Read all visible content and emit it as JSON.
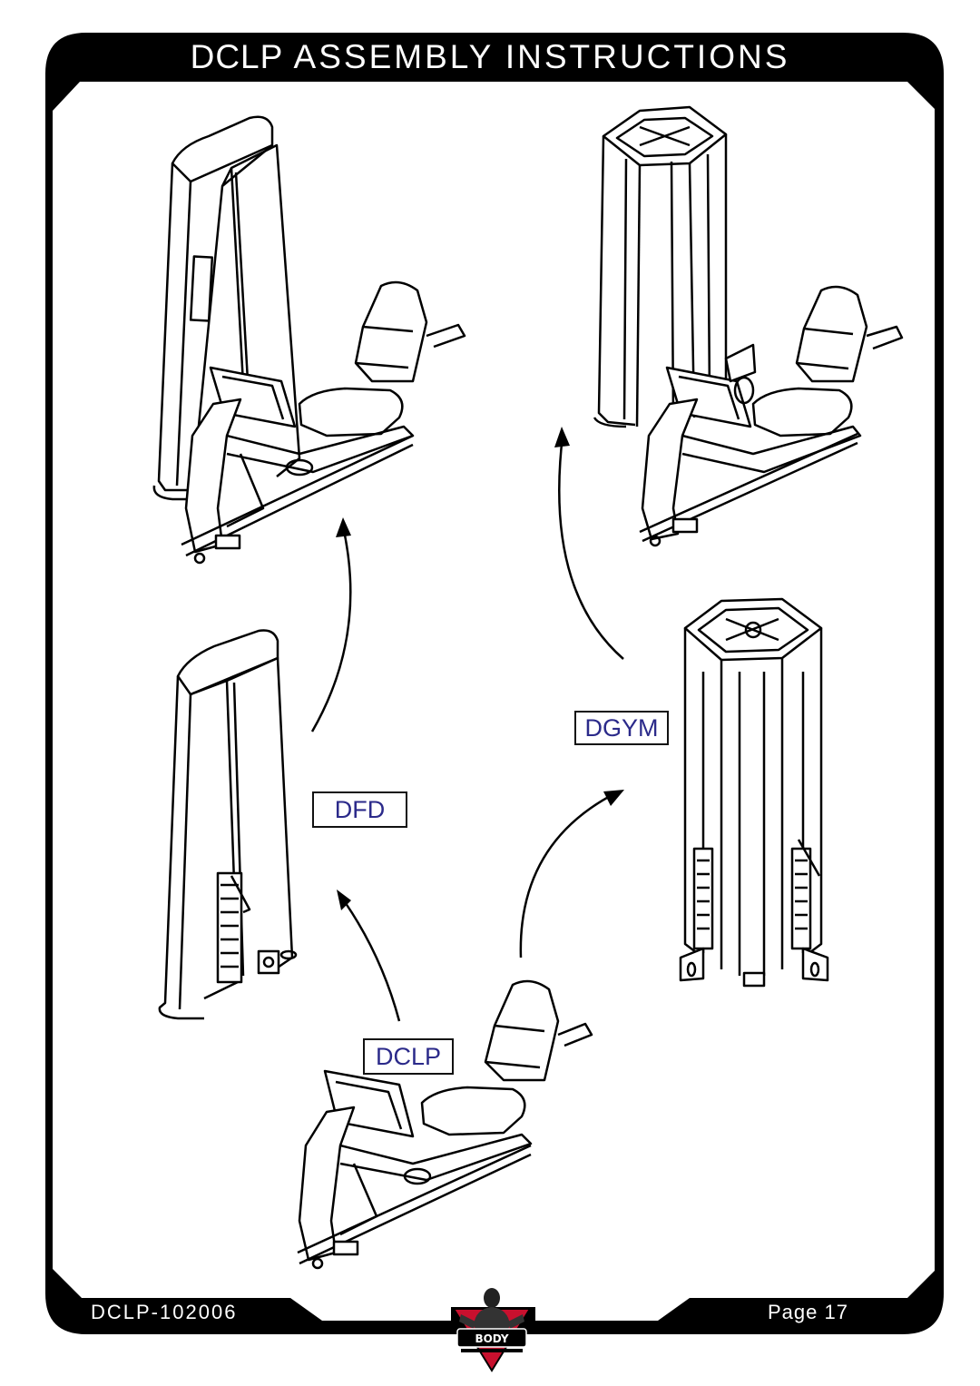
{
  "header": {
    "title_prefix": "DCLP",
    "title_rest": "ASSEMBLY INSTRUCTIONS"
  },
  "labels": {
    "dgym": "DGYM",
    "dfd": "DFD",
    "dclp": "DCLP"
  },
  "footer": {
    "doc_number": "DCLP-102006",
    "page_label": "Page 17"
  },
  "colors": {
    "frame": "#000000",
    "label_text": "#2b2a8a",
    "logo_red": "#c8102e"
  }
}
